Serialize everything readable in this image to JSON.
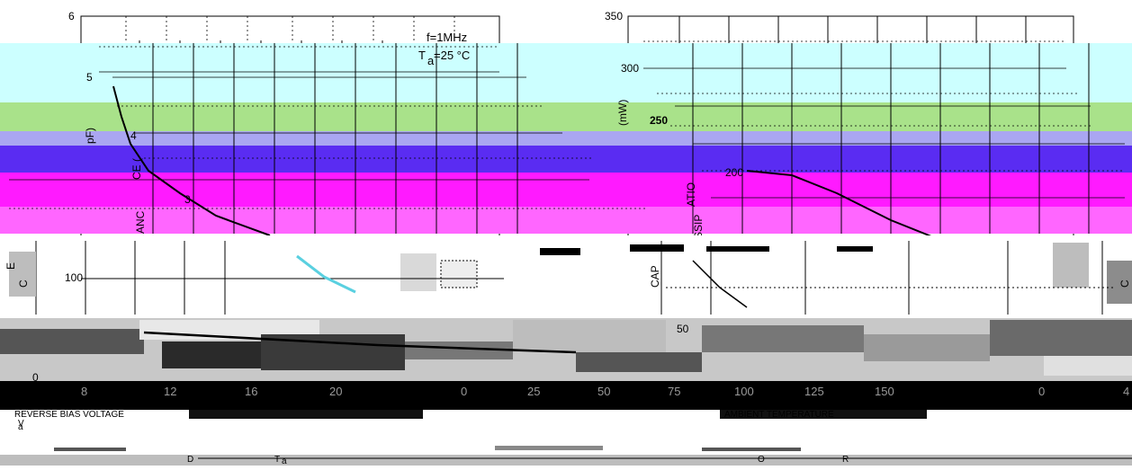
{
  "chart_data": [
    {
      "type": "line",
      "yticks": [
        "6",
        "5",
        "4",
        "3"
      ],
      "ylabel_fragments": [
        "pF)",
        "CE (",
        "ANC"
      ],
      "annotations": [
        "f=1MHz",
        "T",
        "a",
        "=25 °C"
      ],
      "ylim": [
        2,
        6
      ]
    },
    {
      "type": "line",
      "yticks": [
        "350",
        "300",
        "250",
        "200"
      ],
      "ylabel_fragments": [
        "(mW)",
        "ATIO",
        "SSIP"
      ],
      "ylim": [
        150,
        350
      ]
    },
    {
      "type": "line",
      "yticks": [
        "100",
        "0"
      ],
      "xticks": [
        "8",
        "12",
        "16",
        "20"
      ],
      "ylabel_fragments": [
        "C",
        "E"
      ],
      "xlabel_fragments": [
        "REVERSE BIAS VOLTAGE",
        "V",
        "a",
        "D"
      ]
    },
    {
      "type": "line",
      "yticks": [
        "50"
      ],
      "xticks": [
        "0",
        "25",
        "50",
        "75",
        "100",
        "125",
        "150"
      ],
      "ylabel_fragments": [
        "CAP"
      ],
      "xlabel_fragments": [
        "AMBIENT TEMPERATURE",
        "T",
        "a",
        "O"
      ]
    },
    {
      "type": "line",
      "xticks": [
        "0",
        "4"
      ],
      "ylabel_fragments": [
        "C"
      ],
      "xlabel_fragments": [
        "R"
      ]
    }
  ]
}
